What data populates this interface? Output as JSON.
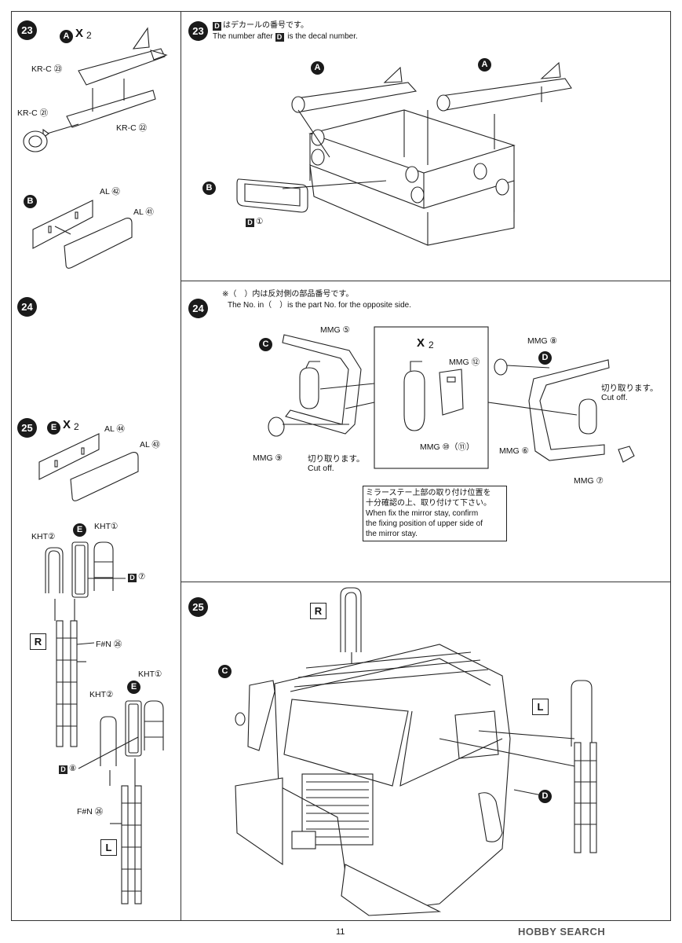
{
  "steps": {
    "s23_left": "23",
    "s24_left": "24",
    "s25_left": "25",
    "s23_right": "23",
    "s24_right": "24",
    "s25_right": "25"
  },
  "markers": {
    "A": "A",
    "B": "B",
    "C": "C",
    "D": "D",
    "E": "E",
    "X": "X",
    "two": "2",
    "R": "R",
    "L": "L",
    "decal": "D"
  },
  "step23_left": {
    "kr_c23": "KR-C ㉓",
    "kr_c21": "KR-C ㉑",
    "kr_c22": "KR-C ㉒",
    "al52": "AL ㊷",
    "al51": "AL ㊶"
  },
  "step25_left": {
    "al54": "AL ㊹",
    "al53": "AL ㊸",
    "kht2_a": "KHT②",
    "kht1_a": "KHT①",
    "d7": "⑦",
    "fn26_a": "F#N ㉖",
    "kht1_b": "KHT①",
    "kht2_b": "KHT②",
    "d8": "⑧",
    "fn26_b": "F#N ㉖"
  },
  "step23_right": {
    "jp": "はデカールの番号です。",
    "en_a": "The number after",
    "en_b": "is the decal number.",
    "d1": "①"
  },
  "step24_right": {
    "jp": "※（　）内は反対側の部品番号です。",
    "en": "The No. in（　）is the part No. for the opposite side.",
    "mmg5": "MMG ⑤",
    "mmg8": "MMG ⑧",
    "mmg12": "MMG ⑫",
    "mmg10": "MMG ⑩（⑪）",
    "mmg9": "MMG ⑨",
    "mmg6": "MMG ⑥",
    "mmg7": "MMG ⑦",
    "cut_jp_left": "切り取ります。",
    "cut_en_left": "Cut off.",
    "cut_jp_right": "切り取ります。",
    "cut_en_right": "Cut off.",
    "note": [
      "ミラーステー上部の取り付け位置を",
      "十分確認の上、取り付けて下さい。",
      "When fix the mirror stay, confirm",
      "the fixing position of upper side of",
      "the mirror stay."
    ]
  },
  "footer": {
    "page": "11",
    "watermark": "HOBBY SEARCH"
  }
}
